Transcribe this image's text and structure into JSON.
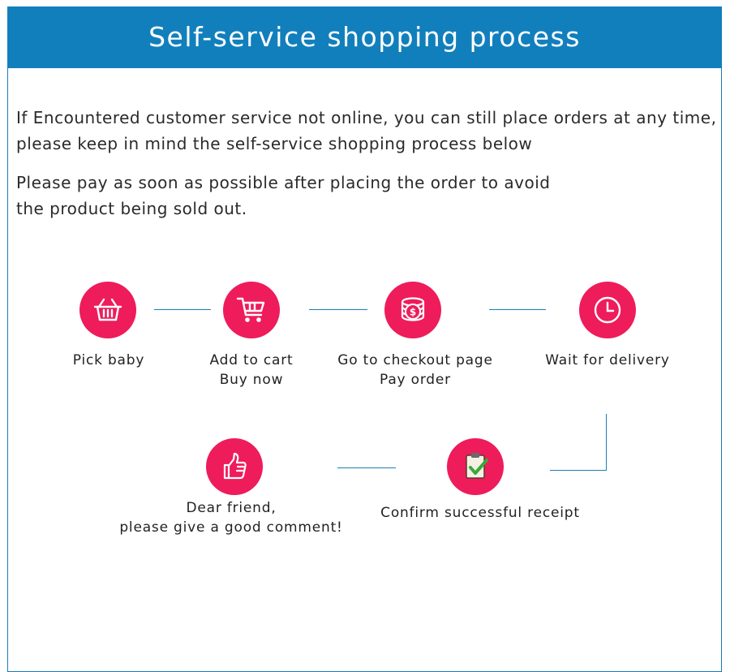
{
  "header": {
    "title": "Self-service shopping process"
  },
  "intro": {
    "line1": "If Encountered customer service not online, you can still place orders at any time,",
    "line2": "please keep in mind the self-service shopping process below",
    "line3": "Please pay as soon as possible after placing the order to avoid",
    "line4": "the product being sold out."
  },
  "steps": [
    {
      "icon": "basket-icon",
      "lines": [
        "Pick baby"
      ]
    },
    {
      "icon": "cart-icon",
      "lines": [
        "Add to cart",
        "Buy now"
      ]
    },
    {
      "icon": "coins-icon",
      "lines": [
        "Go to checkout page",
        "Pay order"
      ]
    },
    {
      "icon": "clock-icon",
      "lines": [
        "Wait for delivery"
      ]
    },
    {
      "icon": "clipboard-check-icon",
      "lines": [
        "Confirm successful receipt"
      ]
    },
    {
      "icon": "thumbs-up-icon",
      "lines": [
        "Dear friend,",
        "please give a good comment!"
      ]
    }
  ],
  "colors": {
    "banner": "#127fbd",
    "circle": "#ee1c5b",
    "connector": "#1e7fb4"
  }
}
